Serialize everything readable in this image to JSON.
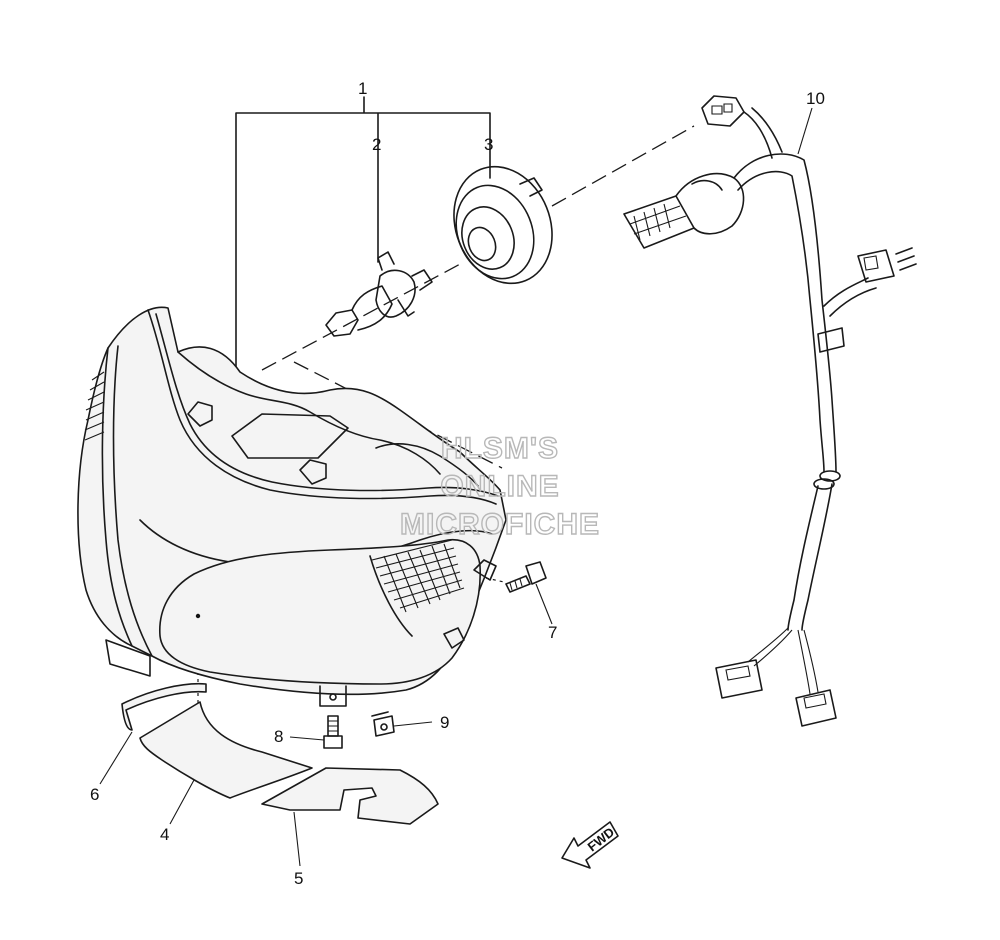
{
  "diagram": {
    "callouts": [
      "1",
      "2",
      "3",
      "4",
      "5",
      "6",
      "7",
      "8",
      "9",
      "10"
    ],
    "watermark": [
      "HLSM'S",
      "ONLINE",
      "MICROFICHE"
    ],
    "direction_label": "FWD"
  }
}
